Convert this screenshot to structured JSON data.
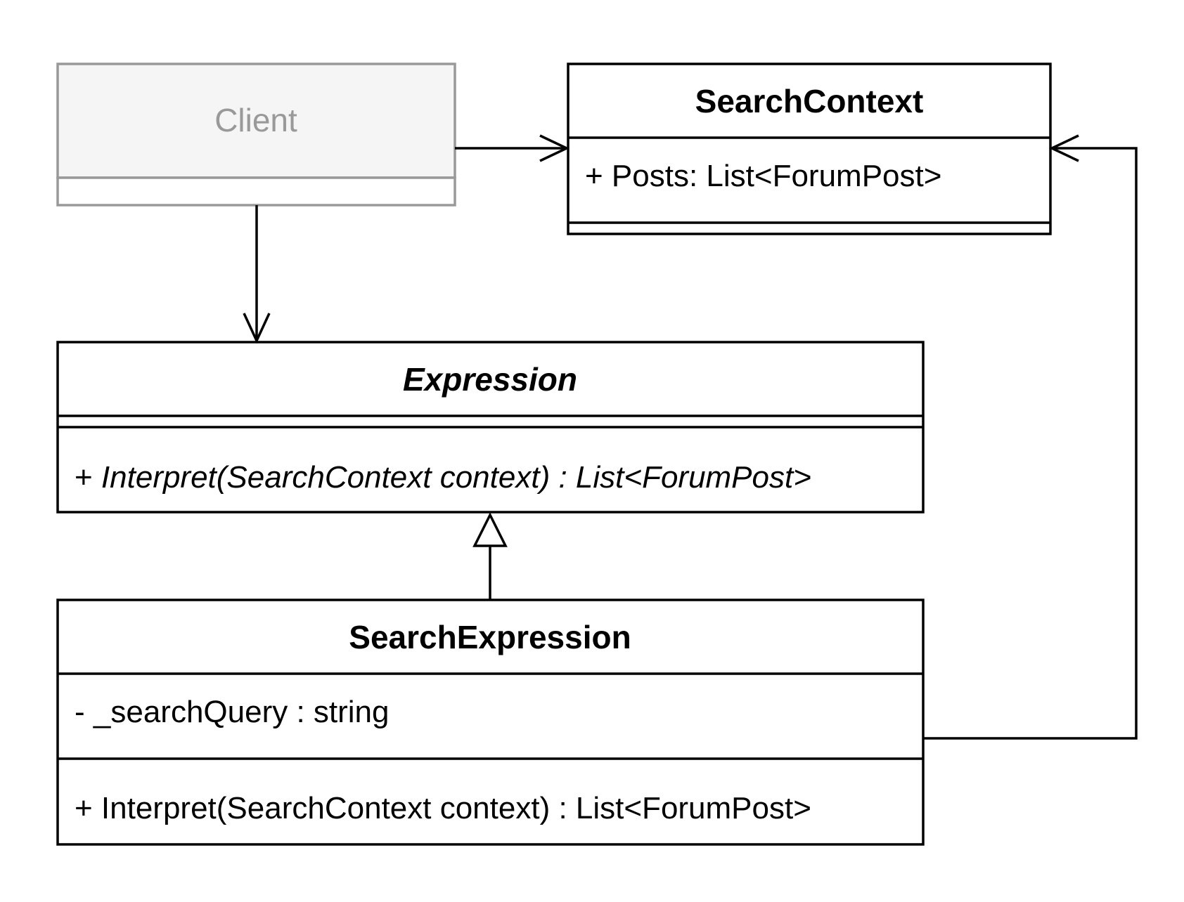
{
  "classes": {
    "client": {
      "name": "Client"
    },
    "search_context": {
      "name": "SearchContext",
      "attributes": [
        "+ Posts: List<ForumPost>"
      ]
    },
    "expression": {
      "name": "Expression",
      "abstract": true,
      "operation_visibility": "+ ",
      "operation_signature": "Interpret(SearchContext context) : List<ForumPost>"
    },
    "search_expression": {
      "name": "SearchExpression",
      "attributes": [
        "- _searchQuery : string"
      ],
      "operations": [
        "+ Interpret(SearchContext context) : List<ForumPost>"
      ]
    }
  },
  "relations": [
    {
      "from": "Client",
      "to": "SearchContext",
      "kind": "association"
    },
    {
      "from": "Client",
      "to": "Expression",
      "kind": "association"
    },
    {
      "from": "SearchExpression",
      "to": "Expression",
      "kind": "generalization"
    },
    {
      "from": "SearchExpression",
      "to": "SearchContext",
      "kind": "association"
    }
  ],
  "colors": {
    "client_fill": "#f5f5f5",
    "client_stroke": "#999999",
    "client_text": "#999999",
    "stroke": "#000000",
    "text": "#000000"
  }
}
